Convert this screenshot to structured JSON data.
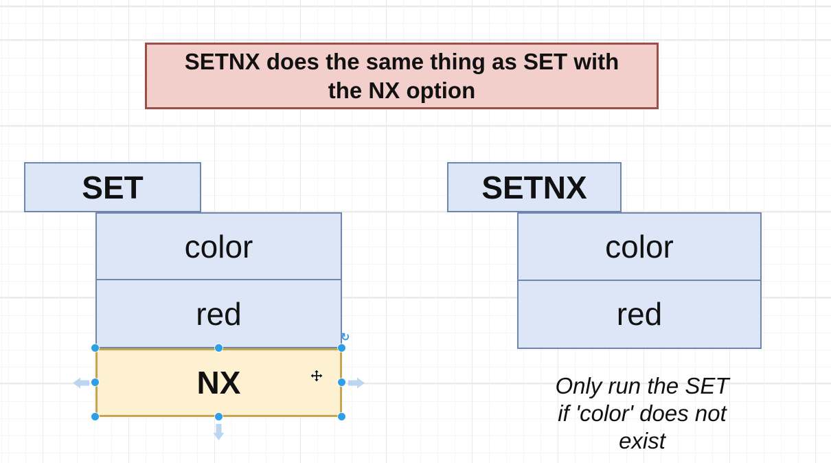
{
  "canvas": {
    "background": "#ffffff",
    "grid_minor_color": "#f5f5f5",
    "grid_major_color": "#e9e9e9"
  },
  "banner": {
    "text": "SETNX does the same thing as SET with the NX option",
    "lines": [
      "SETNX does the same thing as SET with",
      "the NX option"
    ],
    "fill": "#f3cfcc",
    "stroke": "#9d4e48"
  },
  "left_group": {
    "command": "SET",
    "key": "color",
    "value": "red",
    "option": "NX"
  },
  "right_group": {
    "command": "SETNX",
    "key": "color",
    "value": "red"
  },
  "note": {
    "lines": [
      "Only run the SET",
      "if 'color' does not",
      "exist"
    ]
  },
  "colors": {
    "box_fill": "#dce6f7",
    "box_stroke": "#6e86ad",
    "option_fill": "#fdf1d1",
    "option_stroke": "#c8a44e",
    "banner_fill": "#f3cfcc",
    "banner_stroke": "#9d4e48",
    "selection_handle": "#2e9ee6",
    "direction_arrow": "#bcd6f2",
    "rotate_icon": "#3d9be0"
  },
  "selection": {
    "selected_shape": "NX",
    "handle_count": 8,
    "icons": {
      "rotate_handle_glyph": "↻",
      "rotate_handle": "rotate-handle-icon",
      "move_cursor": "move-cursor-icon",
      "arrow_left": "resize-arrow-left-icon",
      "arrow_right": "resize-arrow-right-icon",
      "arrow_down": "resize-arrow-down-icon"
    }
  }
}
